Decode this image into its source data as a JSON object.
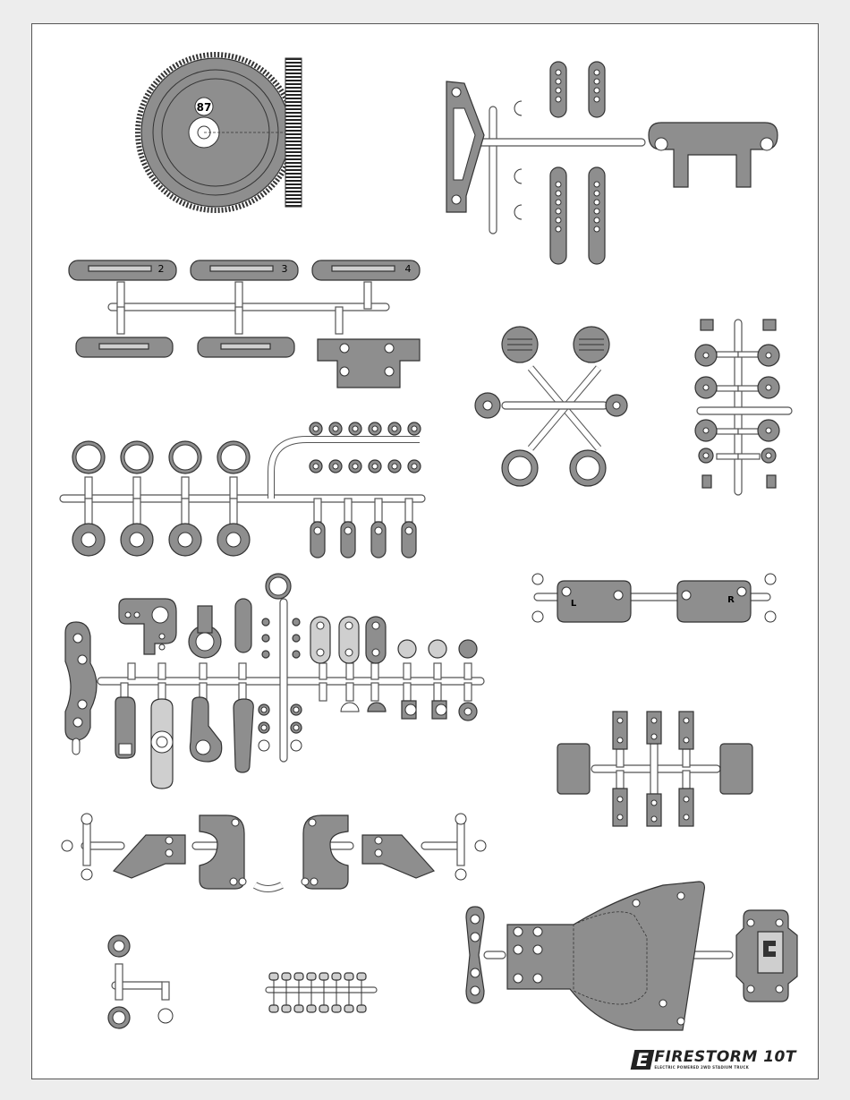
{
  "gear": {
    "tooth_count_label": "87"
  },
  "shims": {
    "labels": [
      "2",
      "3",
      "4"
    ]
  },
  "knuckles": {
    "left_label": "L",
    "right_label": "R"
  },
  "brand": {
    "logo_alt": "Firestorm 10T logo",
    "name": "FIRESTORM 10T",
    "tagline": "ELECTRIC POWERED 2WD STADIUM TRUCK"
  },
  "colors": {
    "part_fill": "#8e8e8e",
    "light_fill": "#cfcfcf",
    "sprue": "#ffffff",
    "outline": "#333333"
  }
}
